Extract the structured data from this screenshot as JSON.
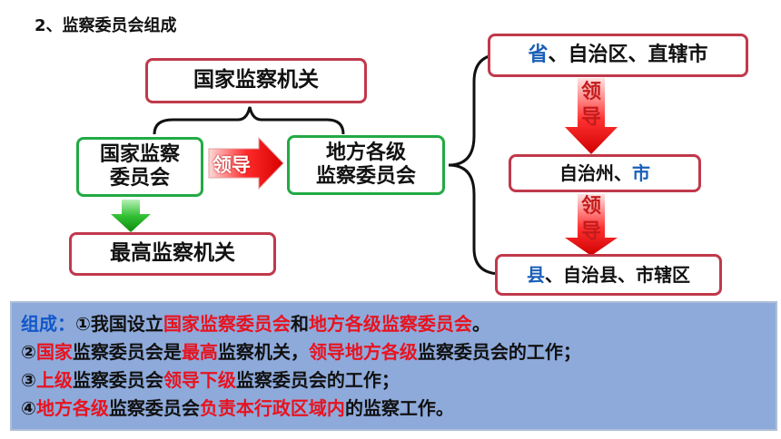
{
  "title": "2、监察委员会组成",
  "boxes": {
    "national_organ": "国家监察机关",
    "national_committee_l1": "国家监察",
    "national_committee_l2": "委员会",
    "local_committee_l1": "地方各级",
    "local_committee_l2": "监察委员会",
    "highest_organ": "最高监察机关",
    "province_a": "省",
    "province_b": "、自治区、直辖市",
    "prefecture_a": "自治州、",
    "prefecture_b": "市",
    "county_a": "县",
    "county_b": "、自治县、市辖区"
  },
  "arrows": {
    "lead_horizontal": "领导",
    "lead_v1_a": "领",
    "lead_v1_b": "导",
    "lead_v2_a": "领",
    "lead_v2_b": "导"
  },
  "panel": {
    "line1": [
      {
        "t": "组成：",
        "c": "blue"
      },
      {
        "t": "①我国设立",
        "c": "black"
      },
      {
        "t": "国家监察委员会",
        "c": "red"
      },
      {
        "t": "和",
        "c": "black"
      },
      {
        "t": "地方各级监察委员会",
        "c": "red"
      },
      {
        "t": "。",
        "c": "black"
      }
    ],
    "line2": [
      {
        "t": "②",
        "c": "black"
      },
      {
        "t": "国家",
        "c": "red"
      },
      {
        "t": "监察委员会是",
        "c": "black"
      },
      {
        "t": "最高",
        "c": "red"
      },
      {
        "t": "监察机关，",
        "c": "black"
      },
      {
        "t": "领导地方各级",
        "c": "red"
      },
      {
        "t": "监察委员会的工作；",
        "c": "black"
      }
    ],
    "line3": [
      {
        "t": "③",
        "c": "black"
      },
      {
        "t": "上级",
        "c": "red"
      },
      {
        "t": "监察委员会",
        "c": "black"
      },
      {
        "t": "领导下级",
        "c": "red"
      },
      {
        "t": "监察委员会的工作；",
        "c": "black"
      }
    ],
    "line4": [
      {
        "t": "④",
        "c": "black"
      },
      {
        "t": "地方各级",
        "c": "red"
      },
      {
        "t": "监察委员会",
        "c": "black"
      },
      {
        "t": "负责本行政区域内",
        "c": "red"
      },
      {
        "t": "的监察工作。",
        "c": "black"
      }
    ]
  },
  "colors": {
    "red_border": "#c0394b",
    "green_border": "#22aa44",
    "panel_bg": "#8eaadb",
    "highlight_red": "#e8131f",
    "highlight_blue": "#1257c8"
  }
}
